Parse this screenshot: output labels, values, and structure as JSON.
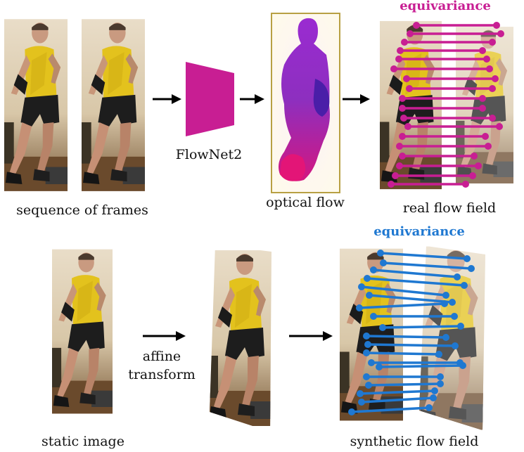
{
  "labels": {
    "sequence": "sequence of frames",
    "flownet": "FlowNet2",
    "optical_flow": "optical flow",
    "real_field": "real flow field",
    "static_image": "static image",
    "affine_line1": "affine",
    "affine_line2": "transform",
    "synthetic_field": "synthetic flow field",
    "equivariance_top": "equivariance",
    "equivariance_bottom": "equivariance"
  },
  "colors": {
    "magenta": "#c81e93",
    "blue": "#1f78d1",
    "arrow": "#000000",
    "flow_frame": "#b8a043"
  },
  "icons": {
    "flownet": "trapezoid-network-icon",
    "arrow": "right-arrow-icon"
  }
}
